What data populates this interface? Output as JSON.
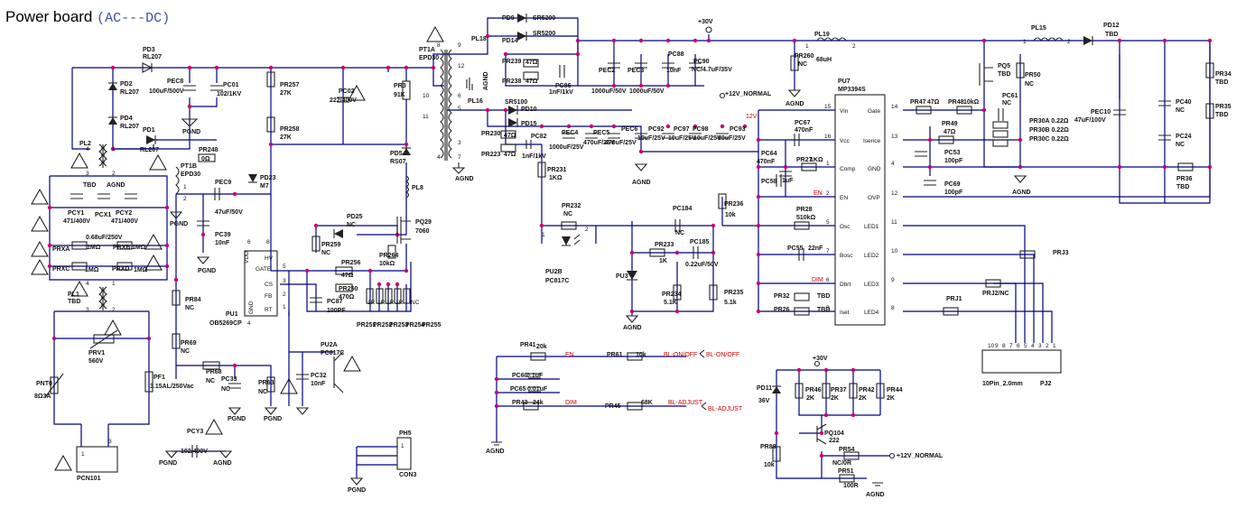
{
  "title": "Power board",
  "subtitle": "(AC---DC)",
  "colors": {
    "wire": "#000080",
    "junction": "#c8006e",
    "net_label": "#cc0000",
    "text": "#111111"
  },
  "labels": {
    "PD3": "PD3",
    "PD3v": "RL207",
    "PD2": "PD2",
    "PD2v": "RL207",
    "PD4": "PD4",
    "PD4v": "RL207",
    "PD1": "PD1",
    "PD1v": "RL207",
    "PEC8": "PEC8",
    "PEC8v": "100uF/500V",
    "PC01": "PC01",
    "PC01v": "102/1KV",
    "PGND1": "PGND",
    "PR257": "PR257",
    "PR257v": "27K",
    "PR258": "PR258",
    "PR258v": "27K",
    "PC02": "PC02",
    "PC02v": "222/400V",
    "PR3": "PR3",
    "PR3v": "91K",
    "PD5": "PD5",
    "PD5v": "RS07",
    "PL8": "PL8",
    "PT1A": "PT1A",
    "PT1Av": "EPD30",
    "PT1B": "PT1B",
    "PT1Bv": "EPD30",
    "PL2": "PL2",
    "TBD1": "TBD",
    "AGND1": "AGND",
    "PCY1": "PCY1",
    "PCY1v": "471/400V",
    "PCX1": "PCX1",
    "PCX1v": "0.68uF/250V",
    "PCY2": "PCY2",
    "PCY2v": "471/400V",
    "PRXA": "PRXA",
    "PRXAv": "1MΩ",
    "PRXB": "PRXB",
    "PRXBv": "1MΩ",
    "PRXC": "PRXC",
    "PRXCv": "1MΩ",
    "PRXD": "PRXD",
    "PRXDv": "1MΩ",
    "PL1": "PL1",
    "PL1v": "TBD",
    "PRV1": "PRV1",
    "PRV1v": "560V",
    "PNT0": "PNT0",
    "PNT0v": "8Ω3A",
    "PF1": "PF1",
    "PF1v": "3.15AL/250Vac",
    "PCN101": "PCN101",
    "PCY3": "PCY3",
    "PCY3v": "102/400V",
    "PGND2": "PGND",
    "AGND2": "AGND",
    "PR248": "PR248",
    "PR248v": "0Ω",
    "PD23": "PD23",
    "PD23v": "M7",
    "PEC9": "PEC9",
    "PEC9v": "47uF/50V",
    "PC39": "PC39",
    "PC39v": "10nF",
    "PGND3": "PGND",
    "PGND4": "PGND",
    "PD25": "PD25",
    "PD25v": "NC",
    "PR259": "PR259",
    "PR259v": "NC",
    "PR256": "PR256",
    "PR256v": "47Ω",
    "PR264": "PR264",
    "PR264v": "10kΩ",
    "PQ29": "PQ29",
    "PQ29v": "7060",
    "PR250": "PR250",
    "PR250v": "470Ω",
    "PC87": "PC87",
    "PC87v": "100PF",
    "PR251": "PR251",
    "PR252": "PR252",
    "PR253": "PR253",
    "PR254": "PR254",
    "PR255": "PR255",
    "PR251v": "1R",
    "PR252v": "1R",
    "PR253v": "1R",
    "PR254v": "1R",
    "PR255v": "NC",
    "PU1": "PU1",
    "PU1v": "OB5269CP",
    "PU1_HV": "HV",
    "PU1_GATE": "GATE",
    "PU1_CS": "CS",
    "PU1_FB": "FB",
    "PU1_RT": "RT",
    "PU1_VDD": "VDD",
    "PU1_GND": "GND",
    "PU1_p5": "5",
    "PU1_p3": "3",
    "PU1_p2": "2",
    "PU1_p1": "1",
    "PU1_p6": "6",
    "PU1_p8": "8",
    "PU1_p4": "4",
    "PR84": "PR84",
    "PR84v": "NC",
    "PR69": "PR69",
    "PR69v": "NC",
    "PR68": "PR68",
    "PR68v": "NC",
    "PC33": "PC33",
    "PC33v": "NC",
    "PR63": "PR63",
    "PR63v": "NC",
    "PGND5": "PGND",
    "PGND6": "PGND",
    "PC32": "PC32",
    "PC32v": "10nF",
    "PU2A": "PU2A",
    "PU2Av": "PC817C",
    "PH5": "PH5",
    "CON3": "CON3",
    "PGND7": "PGND",
    "PD9": "PD9",
    "PD9v": "SR5200",
    "PD14": "PD14",
    "PD14v": "SR5200",
    "PL18": "PL18",
    "PR239": "PR239",
    "PR239v": "47Ω",
    "PR238": "PR238",
    "PR238v": "47Ω",
    "PC86": "PC86",
    "PC86v": "1nF/1kV",
    "AGND3": "AGND",
    "PL16": "PL16",
    "PD10": "PD10",
    "PD10v": "SR5100",
    "PD15": "PD15",
    "PR230": "PR230",
    "PR230v": "47Ω",
    "PR223": "PR223",
    "PR223v": "47Ω",
    "PC82": "PC82",
    "PC82v": "1nF/1kV",
    "PEC2": "PEC2",
    "PEC2v": "1000uF/50V",
    "PEC3": "PEC3",
    "PEC3v": "1000uF/50V",
    "PC88": "PC88",
    "PC88v": "10nF",
    "PC90": "PC90",
    "PC90v": "NC/4.7uF/35V",
    "V30": "+30V",
    "PR260": "PR260",
    "PR260v": "NC",
    "AGND4": "AGND",
    "V12N": "+12V_NORMAL",
    "N12V": "12V",
    "PEC4": "PEC4",
    "PEC4v": "1000uF/25V",
    "PEC5": "PEC5",
    "PEC5v": "470uF/25V",
    "PEC6": "PEC6",
    "PEC6v": "470uF/25V",
    "PC92": "PC92",
    "PC92v": "10uF/25V",
    "PC97": "PC97",
    "PC97v": "10uF/25V",
    "PC98": "PC98",
    "PC98v": "10uF/25V",
    "PC93": "PC93",
    "PC93v": "10uF/25V",
    "AGND5": "AGND",
    "PR231": "PR231",
    "PR231v": "1KΩ",
    "PR232": "PR232",
    "PR232v": "NC",
    "PU2B": "PU2B",
    "PU2Bv": "PC817C",
    "PC184": "PC184",
    "PC184v": "NC",
    "PR233": "PR233",
    "PR233v": "1K",
    "PC185": "PC185",
    "PC185v": "0.22uF/50V",
    "PU3": "PU3",
    "PR234": "PR234",
    "PR234v": "5.1K",
    "PR235": "PR235",
    "PR235v": "5.1k",
    "PR236": "PR236",
    "PR236v": "10k",
    "AGND6": "AGND",
    "PL19": "PL19",
    "PL19v": "68uH",
    "PL15": "PL15",
    "PD12": "PD12",
    "PD12v": "TBD",
    "PQ5": "PQ5",
    "PQ5v": "TBD",
    "PR50": "PR50",
    "PR50v": "NC",
    "PR34": "PR34",
    "PR34v": "TBD",
    "PR35": "PR35",
    "PR35v": "TBD",
    "PEC10": "PEC10",
    "PEC10v": "47uF/100V",
    "PC40": "PC40",
    "PC40v": "NC",
    "PC24": "PC24",
    "PC24v": "NC",
    "PR36": "PR36",
    "PR36v": "TBD",
    "PU7": "PU7",
    "PU7v": "MP3394S",
    "PU7_Vin": "Vin",
    "PU7_Vcc": "Vcc",
    "PU7_Comp": "Comp",
    "PU7_EN": "EN",
    "PU7_Osc": "Osc",
    "PU7_Bosc": "Bosc",
    "PU7_Dbrt": "Dbrt",
    "PU7_Iset": "Iset",
    "PU7_Gate": "Gate",
    "PU7_Isence": "Isence",
    "PU7_GND": "GND",
    "PU7_OVP": "OVP",
    "PU7_LED1": "LED1",
    "PU7_LED2": "LED2",
    "PU7_LED3": "LED3",
    "PU7_LED4": "LED4",
    "PU7_p15": "15",
    "PU7_p16": "16",
    "PU7_p1": "1",
    "PU7_p2": "2",
    "PU7_p5": "5",
    "PU7_p7": "7",
    "PU7_p6": "6",
    "PU7_p3": "3",
    "PU7_p14": "14",
    "PU7_p13": "13",
    "PU7_p4": "4",
    "PU7_p12": "12",
    "PU7_p11": "11",
    "PU7_p10": "10",
    "PU7_p9": "9",
    "PU7_p8": "8",
    "PC67": "PC67",
    "PC67v": "470nF",
    "PC64": "PC64",
    "PC64v": "470nF",
    "PR27": "PR27",
    "PR27v": "1KΩ",
    "PC58": "PC58",
    "PC58v": "1uF",
    "PR28": "PR28",
    "PR28v": "510kΩ",
    "PC55": "PC55",
    "PC55v": "22nF",
    "PR32": "PR32",
    "PR32v": "TBD",
    "PR26": "PR26",
    "PR26v": "TBD",
    "N_EN": "EN",
    "N_DIM": "DIM",
    "PR47": "PR47",
    "PR47v": "47Ω",
    "PR48": "PR48",
    "PR48v": "10kΩ",
    "PR49": "PR49",
    "PR49v": "47Ω",
    "PC61": "PC61",
    "PC61v": "NC",
    "PR30A": "PR30A 0.22Ω",
    "PR30B": "PR30B 0.22Ω",
    "PR30C": "PR30C 0.22Ω",
    "PC53": "PC53",
    "PC53v": "100pF",
    "PC69": "PC69",
    "PC69v": "100pF",
    "AGND7": "AGND",
    "PRJ3": "PRJ3",
    "PRJ1": "PRJ1",
    "PRJ2": "PRJ2/NC",
    "PJ2": "PJ2",
    "PJ2v": "10Pin_2.0mm",
    "PJ2_pins": [
      "10",
      "9",
      "8",
      "7",
      "6",
      "5",
      "4",
      "3",
      "2",
      "1"
    ],
    "PR41": "PR41",
    "PR41v": "20k",
    "N_EN2": "EN",
    "PR61": "PR61",
    "PR61v": "10k",
    "BLON": "BL-ON/OFF",
    "BLON2": "BL-ON/OFF",
    "PC60": "PC60",
    "PC60v": "0.1uF",
    "PC65": "PC65",
    "PC65v": "0.01uF",
    "PR43": "PR43",
    "PR43v": "24k",
    "N_DIM2": "DIM",
    "PR45": "PR45",
    "PR45v": "68K",
    "BLADJ": "BL-ADJUST",
    "BLADJ2": "BL-ADJUST",
    "AGND8": "AGND",
    "PD11": "PD11",
    "PD11v": "36V",
    "V30b": "+30V",
    "PR46": "PR46",
    "PR46v": "2K",
    "PR37": "PR37",
    "PR37v": "2K",
    "PR42": "PR42",
    "PR42v": "2K",
    "PR44": "PR44",
    "PR44v": "2K",
    "PQ104": "PQ104",
    "PQ104v": "222",
    "PR88": "PR88",
    "PR88v": "10k",
    "PR54": "PR54",
    "PR54v": "NC/0R",
    "V12Nb": "+12V_NORMAL",
    "PR51": "PR51",
    "PR51v": "100R",
    "AGND9": "AGND",
    "T_p9": "9",
    "T_p12": "12",
    "T_p10": "10",
    "T_p11": "11",
    "T_p6": "6",
    "T_p5": "5",
    "T_p3": "3",
    "T_p7": "7",
    "T_p8": "8",
    "T_p4": "4",
    "T_p1": "1",
    "T_p2": "2",
    "PL2_p4": "4",
    "PL2_p1": "1",
    "PL2_p3": "3",
    "PL2_p2": "2",
    "PL1_p4": "4",
    "PL1_p1": "1",
    "PL1_p3": "3",
    "PL1_p2": "2",
    "PCN_p1": "1",
    "PCN_p3": "3",
    "PL19_p1": "1",
    "PL19_p2": "2",
    "PL15_p1": "1",
    "PL15_p2": "2"
  }
}
